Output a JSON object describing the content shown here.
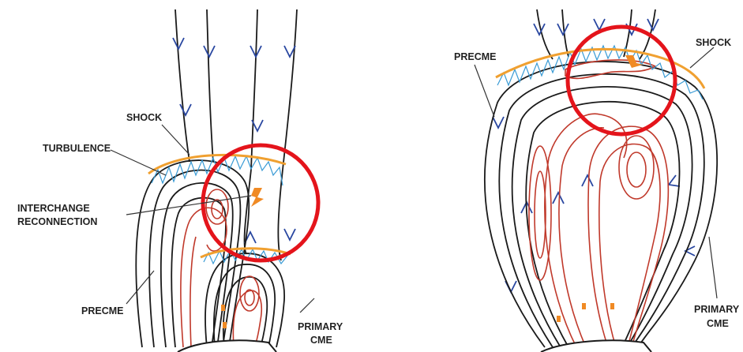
{
  "left_panel": {
    "labels": {
      "shock": "SHOCK",
      "turbulence": "TURBULENCE",
      "interchange_line1": "INTERCHANGE",
      "interchange_line2": "RECONNECTION",
      "precme": "PRECME",
      "primary_line1": "PRIMARY",
      "primary_line2": "CME"
    }
  },
  "right_panel": {
    "labels": {
      "precme": "PRECME",
      "shock": "SHOCK",
      "primary_line1": "PRIMARY",
      "primary_line2": "CME"
    }
  },
  "colors": {
    "field_lines": "#1a1a1a",
    "flux_rope": "#c0392b",
    "shock": "#f0a030",
    "turbulence": "#3a9bd5",
    "arrows": "#2846a0",
    "highlight_circle": "#e4141b",
    "reconnection_mark": "#f08a24"
  }
}
